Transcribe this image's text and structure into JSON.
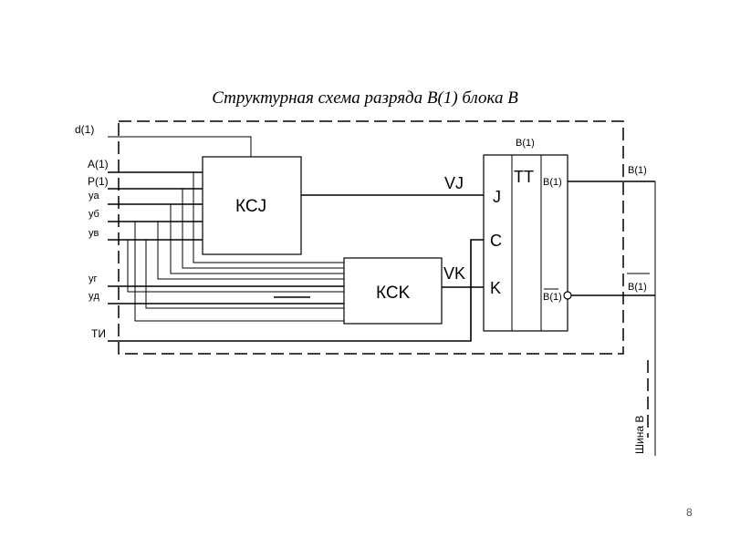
{
  "title": "Структурная схема разряда В(1) блока В",
  "inputs": {
    "d1": "d(1)",
    "a1": "A(1)",
    "p1": "P(1)",
    "ya": "yа",
    "yb": "yб",
    "yv": "yв",
    "yg": "yг",
    "yd": "yд",
    "ti": "ТИ"
  },
  "blocks": {
    "kcj": "КСJ",
    "kck": "КСK",
    "tt": "ТТ",
    "trigger_top_label": "В(1)"
  },
  "signals": {
    "vj": "VJ",
    "vk": "VK"
  },
  "pins": {
    "j": "J",
    "c": "C",
    "k": "K",
    "q": "В(1)",
    "q_inv": "В(1)"
  },
  "outputs": {
    "b1": "В(1)",
    "b1_inv": "В(1)"
  },
  "bus_label": "Шина В",
  "page_number": "8"
}
